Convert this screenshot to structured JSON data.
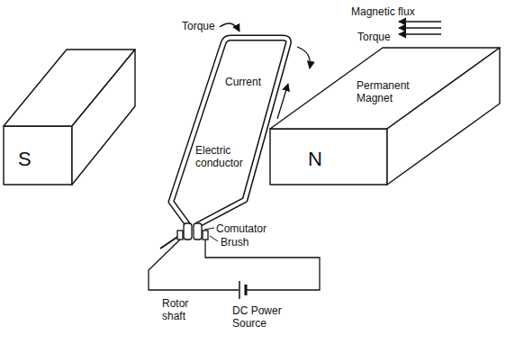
{
  "diagram": {
    "nodes": [
      {
        "text": [
          "S"
        ]
      },
      {
        "text": [
          "N"
        ]
      }
    ],
    "labels": [
      "Magnetic flux",
      "Torque",
      "Torque",
      "Current",
      "Electric conductor",
      "Permanent Magnet",
      "Comutator",
      "Brush",
      "Rotor shaft",
      "DC Power Source"
    ]
  }
}
